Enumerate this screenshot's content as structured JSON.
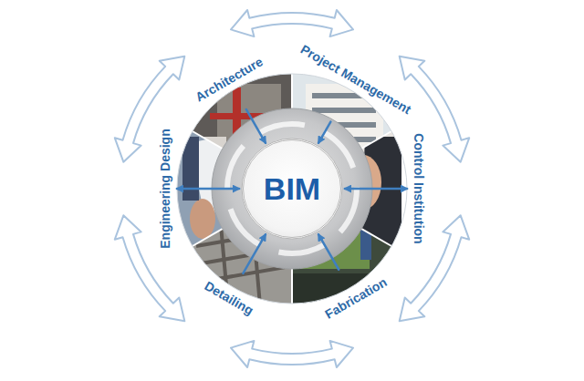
{
  "diagram": {
    "nodes": [
      {
        "text": [
          "Architecture"
        ]
      },
      {
        "text": [
          "Project Management"
        ]
      },
      {
        "text": [
          "Control Institution"
        ]
      },
      {
        "text": [
          "Fabrication"
        ]
      },
      {
        "text": [
          "Detailing"
        ]
      },
      {
        "text": [
          "Engineering Design"
        ]
      },
      {
        "text": [
          "BIM"
        ]
      }
    ],
    "edges": [
      {
        "from": 0,
        "to": 6,
        "arrow": "to"
      },
      {
        "from": 1,
        "to": 6,
        "arrow": "to"
      },
      {
        "from": 2,
        "to": 6,
        "arrow": "both"
      },
      {
        "from": 3,
        "to": 6,
        "arrow": "to"
      },
      {
        "from": 4,
        "to": 6,
        "arrow": "to"
      },
      {
        "from": 5,
        "to": 6,
        "arrow": "both"
      }
    ]
  }
}
